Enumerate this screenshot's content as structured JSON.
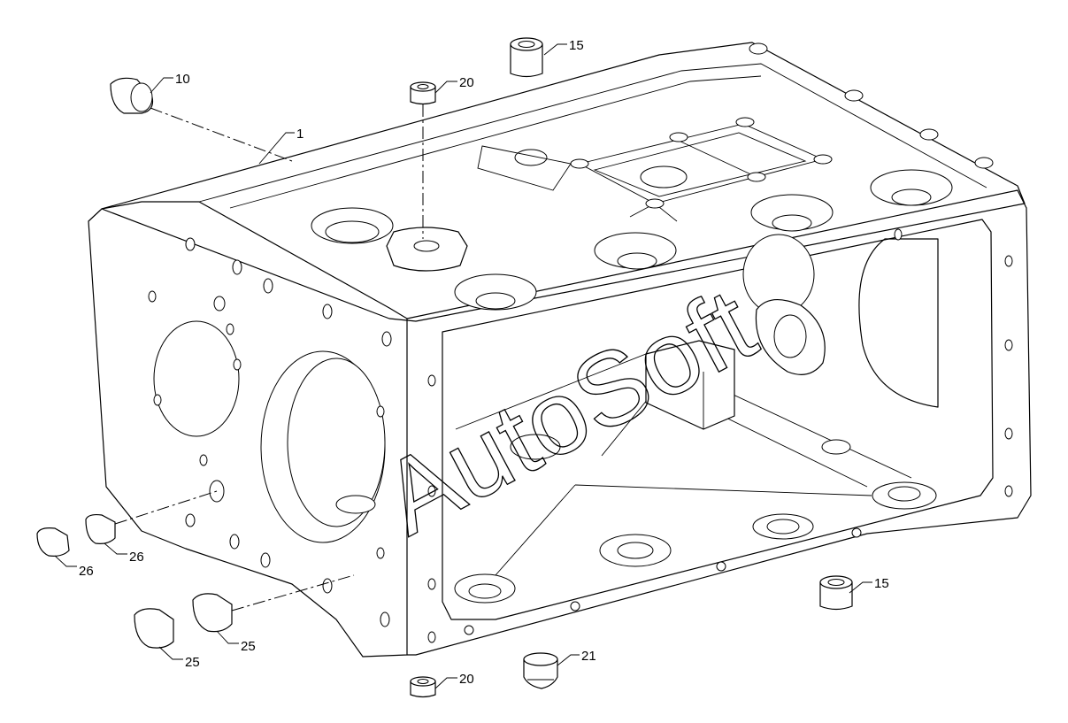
{
  "callouts": [
    {
      "id": "c1",
      "label": "1"
    },
    {
      "id": "c10",
      "label": "10"
    },
    {
      "id": "c15a",
      "label": "15"
    },
    {
      "id": "c20a",
      "label": "20"
    },
    {
      "id": "c15b",
      "label": "15"
    },
    {
      "id": "c21",
      "label": "21"
    },
    {
      "id": "c20b",
      "label": "20"
    },
    {
      "id": "c26a",
      "label": "26"
    },
    {
      "id": "c26b",
      "label": "26"
    },
    {
      "id": "c25a",
      "label": "25"
    },
    {
      "id": "c25b",
      "label": "25"
    }
  ],
  "watermark": "AutoSoft"
}
